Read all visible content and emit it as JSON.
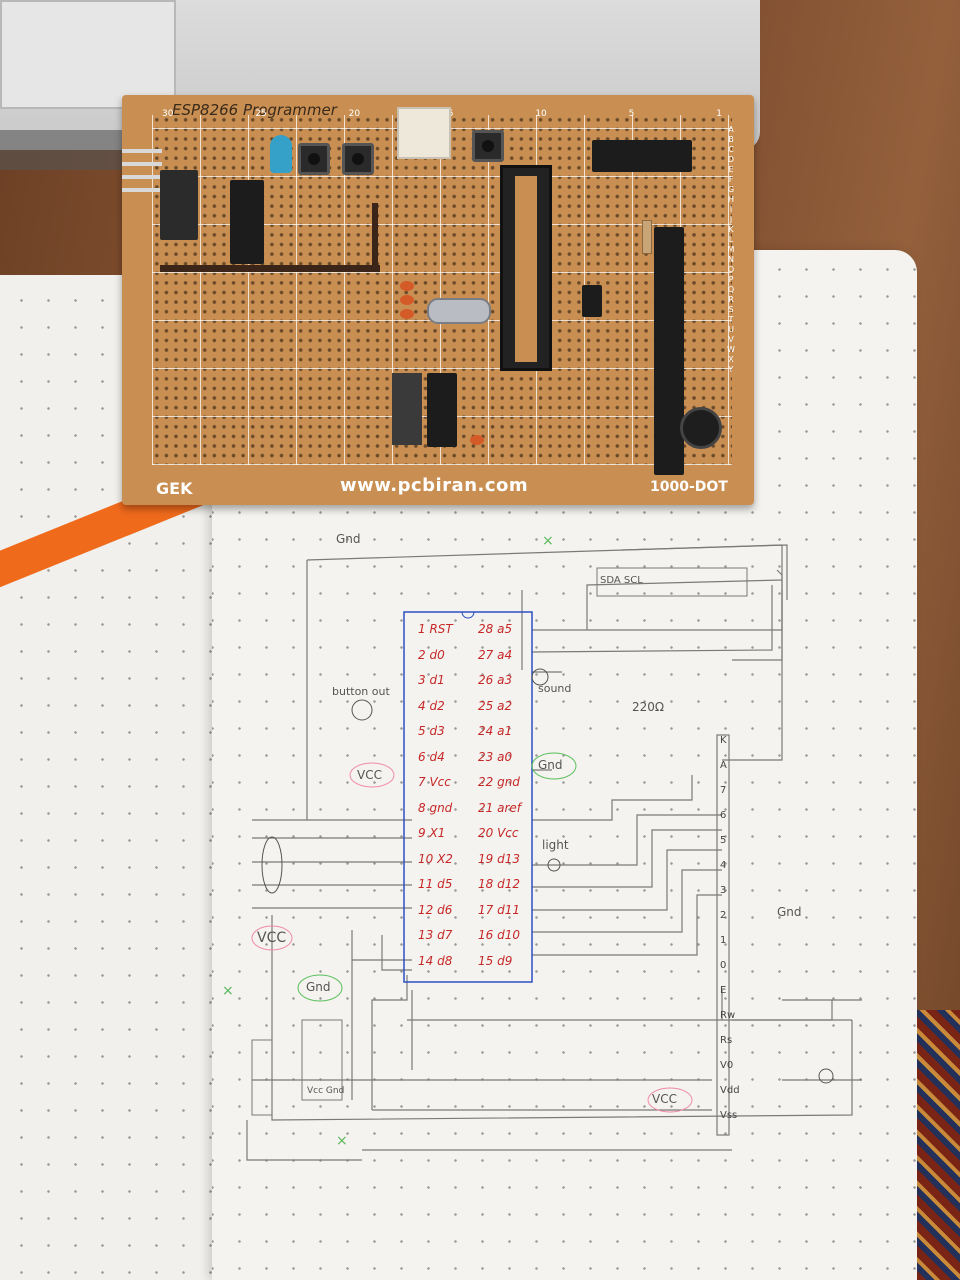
{
  "pcb": {
    "title": "ESP8266 Programmer",
    "brand": "GEK",
    "url": "www.pcbiran.com",
    "grid": "1000-DOT",
    "column_numbers": [
      "30",
      "25",
      "20",
      "15",
      "10",
      "5",
      "1"
    ],
    "row_letters": [
      "A",
      "B",
      "C",
      "D",
      "E",
      "F",
      "G",
      "H",
      "I",
      "J",
      "K",
      "L",
      "M",
      "N",
      "O",
      "P",
      "Q",
      "R",
      "S",
      "T",
      "U",
      "V",
      "W",
      "X",
      "Y"
    ]
  },
  "schematic": {
    "top_gnd": "Gnd",
    "header_top": "SDA SCL",
    "button_out": "button out",
    "sound": "sound",
    "vcc_left": "VCC",
    "gnd_mid": "Gnd",
    "light": "light",
    "resistor": "220Ω",
    "vcc_lower": "VCC",
    "gnd_lower": "Gnd",
    "gnd_right": "Gnd",
    "vcc_bottom": "VCC",
    "reg_label": "Vcc Gnd",
    "left_pins": [
      "1 RST",
      "2 d0",
      "3 d1",
      "4 d2",
      "5 d3",
      "6 d4",
      "7 Vcc",
      "8 gnd",
      "9 X1",
      "10 X2",
      "11 d5",
      "12 d6",
      "13 d7",
      "14 d8"
    ],
    "right_pins": [
      "28 a5",
      "27 a4",
      "26 a3",
      "25 a2",
      "24 a1",
      "23 a0",
      "22 gnd",
      "21 aref",
      "20 Vcc",
      "19 d13",
      "18 d12",
      "17 d11",
      "16 d10",
      "15 d9"
    ],
    "header_pins": [
      "K",
      "A",
      "7",
      "6",
      "5",
      "4",
      "3",
      "2",
      "1",
      "0",
      "E",
      "Rw",
      "Rs",
      "V0",
      "Vdd",
      "Vss"
    ]
  },
  "colors": {
    "pcb": "#c98f52",
    "pin_text": "#c62828",
    "chip_outline": "#2b4fc2",
    "pencil": "#6a6a6a"
  }
}
